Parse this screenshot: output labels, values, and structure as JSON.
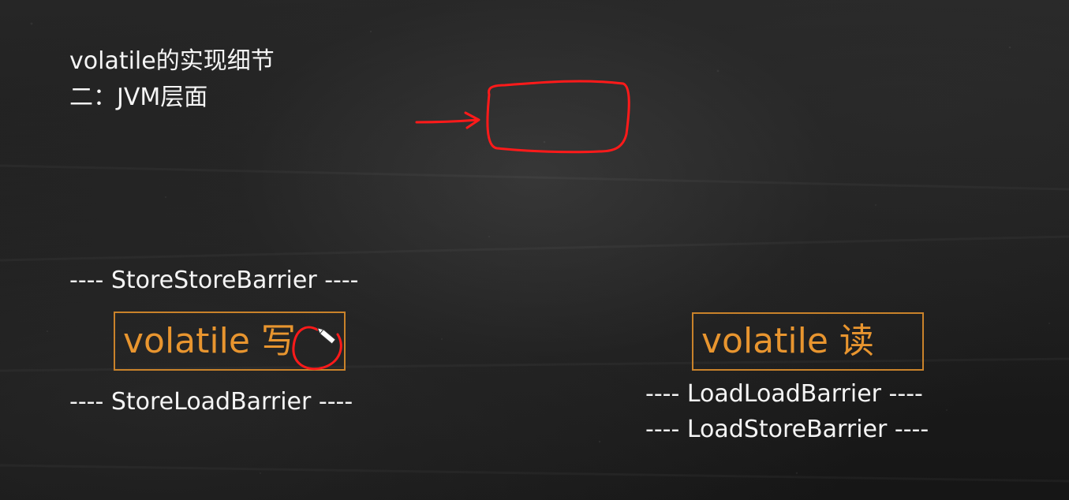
{
  "title": {
    "line1": "volatile的实现细节",
    "line2": "二：JVM层面"
  },
  "left": {
    "barrier_before": "---- StoreStoreBarrier ----",
    "box_label": "volatile 写",
    "barrier_after": "---- StoreLoadBarrier ----"
  },
  "right": {
    "box_label": "volatile 读",
    "barrier_after_1": "---- LoadLoadBarrier ----",
    "barrier_after_2": "---- LoadStoreBarrier ----"
  },
  "colors": {
    "background": "#1f1f1f",
    "text": "#f5f5f5",
    "box_text": "#e8952f",
    "box_border": "#c9822a",
    "annotation": "#ff1a1a"
  },
  "icons": {
    "annotation_arrow": "red-arrow-icon",
    "annotation_rect": "red-rectangle-icon",
    "annotation_circle": "red-circle-icon",
    "cursor": "pen-cursor-icon"
  }
}
